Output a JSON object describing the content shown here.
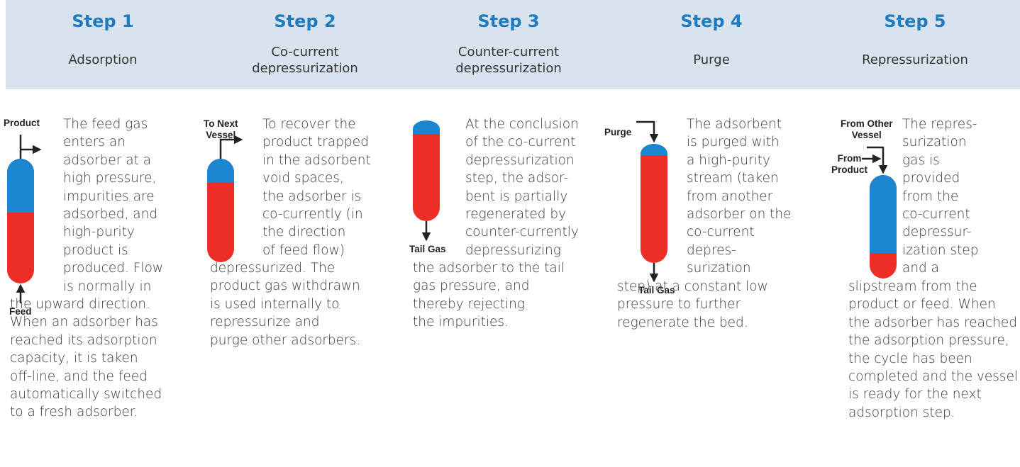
{
  "colors": {
    "header_bg": "#d9e3ee",
    "step_title": "#1f7bc0",
    "vessel_blue": "#1c86d0",
    "vessel_red": "#ec2e26"
  },
  "steps": [
    {
      "title": "Step 1",
      "subtitle": "Adsorption",
      "labels": {
        "top": "Product",
        "bottom": "Feed"
      },
      "text_narrow": "The feed gas\nenters an\nadsorber at a\nhigh pressure,\nimpurities are\nadsorbed, and\nhigh-purity\nproduct is\nproduced. Flow\nis normally in",
      "text_wide": "the upward direction.\nWhen an adsorber has\nreached its adsorption\ncapacity, it is taken\noff-line, and the feed\nautomatically switched\nto a fresh adsorber."
    },
    {
      "title": "Step 2",
      "subtitle": "Co-current\ndepressurization",
      "labels": {
        "top": "To Next\nVessel"
      },
      "text_narrow": "To recover the\nproduct trapped\nin the adsorbent\nvoid spaces,\nthe adsorber is\nco-currently (in\nthe direction\nof feed flow)",
      "text_wide": "depressurized. The\nproduct gas withdrawn\nis used internally to\nrepressurize and\npurge other adsorbers."
    },
    {
      "title": "Step 3",
      "subtitle": "Counter-current\ndepressurization",
      "labels": {
        "bottom": "Tail Gas"
      },
      "text_narrow": "At the conclusion\nof the co-current\ndepressurization\nstep, the adsor-\nbent is partially\nregenerated by\ncounter-currently\ndepressurizing",
      "text_wide": "the adsorber to the tail\ngas pressure, and\nthereby rejecting\nthe impurities."
    },
    {
      "title": "Step 4",
      "subtitle": "Purge",
      "labels": {
        "top": "Purge",
        "bottom": "Tail Gas"
      },
      "text_narrow": "The adsorbent\nis purged with\na high-purity\nstream (taken\nfrom another\nadsorber on the\nco-current\ndepres-\nsurization",
      "text_wide": "step) at a constant low\npressure to further\nregenerate the bed."
    },
    {
      "title": "Step 5",
      "subtitle": "Repressurization",
      "labels": {
        "top": "From Other\nVessel",
        "side": "From\nProduct"
      },
      "text_narrow": "The repres-\nsurization\ngas is\nprovided\nfrom the\nco-current\ndepressur-\nization step\nand a",
      "text_wide": "slipstream from the\nproduct or feed. When\nthe adsorber has reached\nthe adsorption pressure,\nthe cycle has been\ncompleted and the vessel\nis ready for the next\nadsorption step."
    }
  ]
}
